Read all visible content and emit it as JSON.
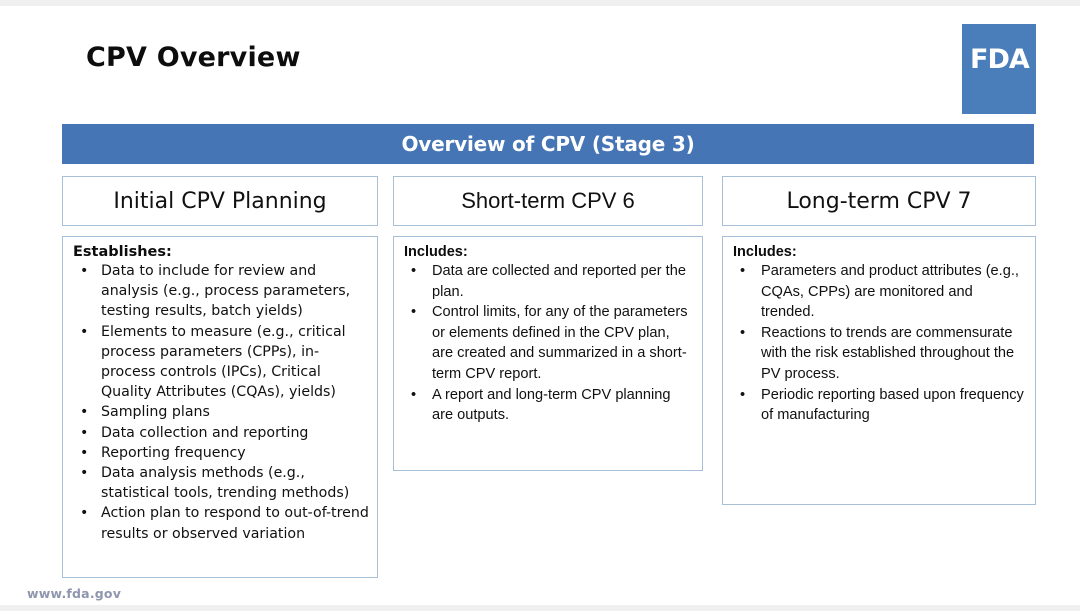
{
  "slide": {
    "title": "CPV Overview",
    "banner_title": "Overview of CPV (Stage 3)",
    "footer": "www.fda.gov",
    "logo_text": "FDA",
    "colors": {
      "banner_blue": "#4575b4",
      "logo_blue": "#4a7ebb",
      "box_border": "#a8bfd8",
      "footer_text": "#8f96ae",
      "background": "#ffffff"
    }
  },
  "columns": [
    {
      "header": "Initial CPV Planning",
      "body_heading": "Establishes:",
      "bullets": [
        "Data to include for review and analysis (e.g., process parameters, testing results, batch yields)",
        "Elements to measure (e.g., critical process parameters (CPPs), in-process controls (IPCs), Critical Quality Attributes (CQAs), yields)",
        "Sampling plans",
        "Data collection and reporting",
        "Reporting frequency",
        "Data analysis methods (e.g., statistical tools, trending methods)",
        "Action plan to respond to out-of-trend results or observed variation"
      ]
    },
    {
      "header": "Short-term CPV 6",
      "body_heading": "Includes:",
      "bullets": [
        "Data are collected and reported per the plan.",
        "Control limits, for any of the parameters or elements defined in the CPV plan, are created and summarized in a short-term CPV report.",
        "A report and long-term CPV planning are outputs."
      ]
    },
    {
      "header": "Long-term CPV 7",
      "body_heading": "Includes:",
      "bullets": [
        "Parameters and product attributes (e.g., CQAs, CPPs) are monitored and trended.",
        "Reactions to trends are commensurate with the risk established throughout the PV process.",
        "Periodic reporting based upon frequency of manufacturing"
      ]
    }
  ],
  "bullet_glyph": "•"
}
